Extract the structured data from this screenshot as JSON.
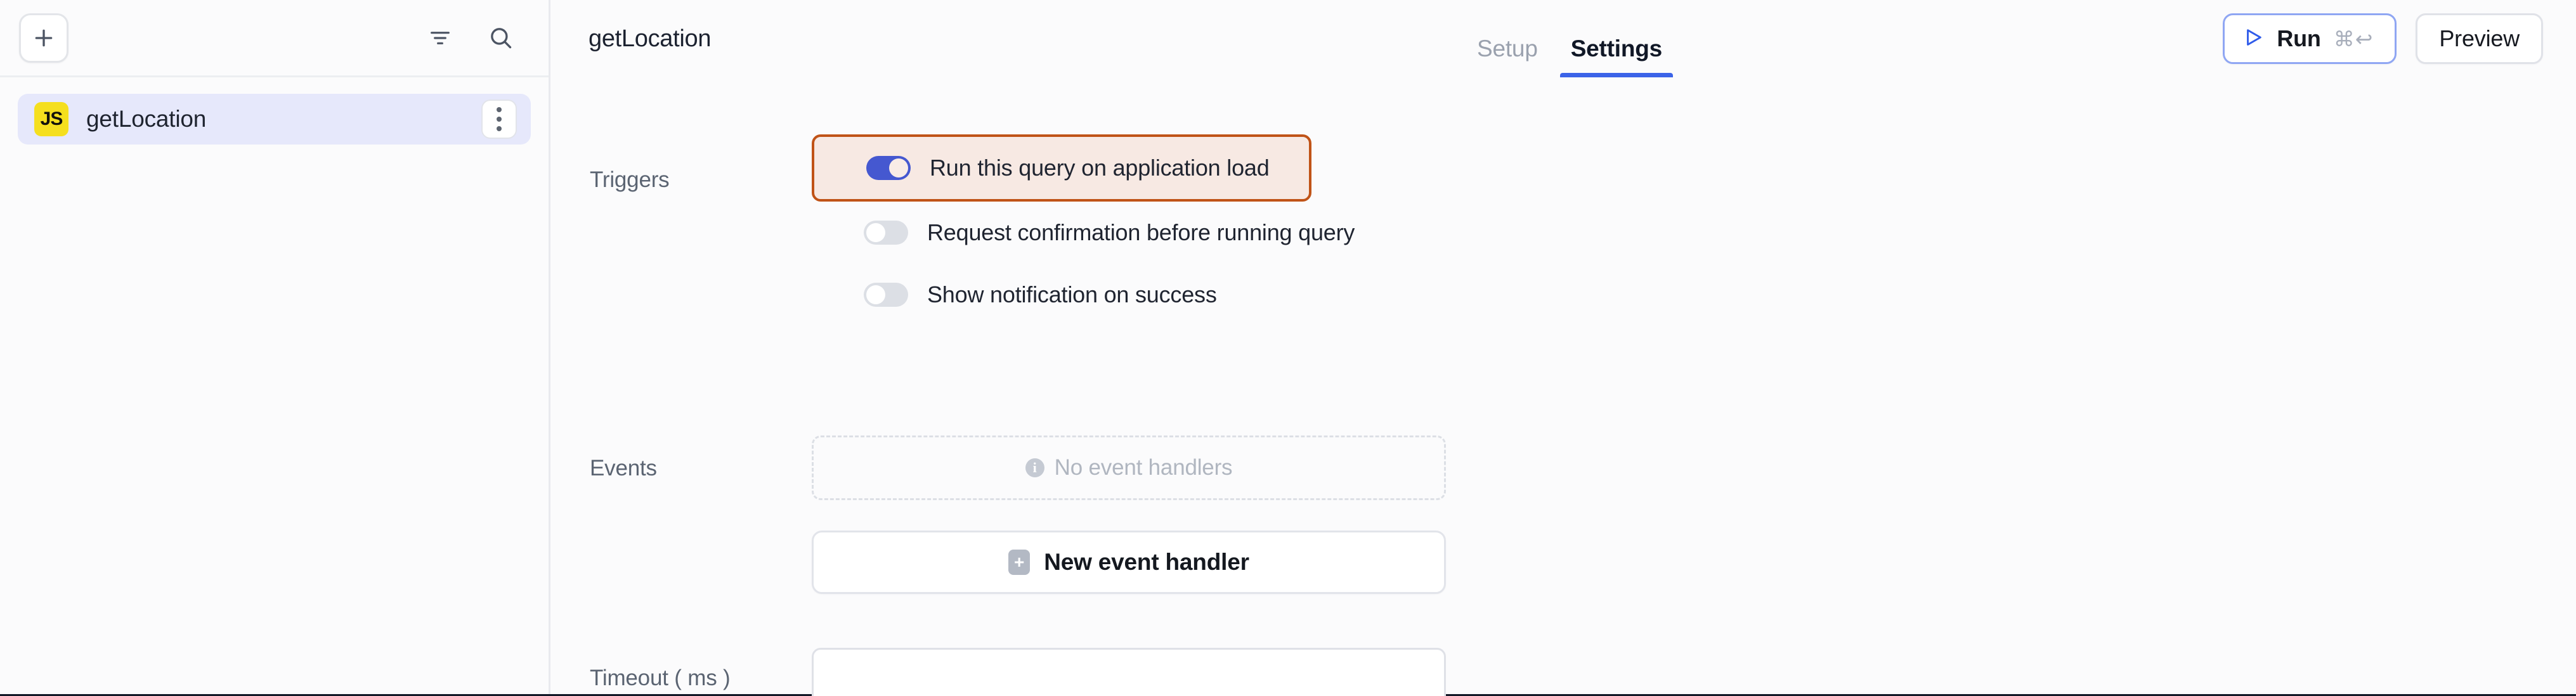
{
  "sidebar": {
    "add_button_icon": "plus-icon",
    "filter_icon": "filter-icon",
    "search_icon": "search-icon",
    "items": [
      {
        "badge": "JS",
        "label": "getLocation",
        "menu_icon": "kebab-menu-icon",
        "selected": true
      }
    ]
  },
  "header": {
    "title": "getLocation",
    "tabs": [
      {
        "label": "Setup",
        "active": false
      },
      {
        "label": "Settings",
        "active": true
      }
    ],
    "run": {
      "label": "Run",
      "shortcut": "⌘↩",
      "icon": "play-icon"
    },
    "preview": {
      "label": "Preview"
    }
  },
  "settings": {
    "triggers": {
      "label": "Triggers",
      "options": [
        {
          "label": "Run this query on application load",
          "enabled": true,
          "highlighted": true
        },
        {
          "label": "Request confirmation before running query",
          "enabled": false,
          "highlighted": false
        },
        {
          "label": "Show notification on success",
          "enabled": false,
          "highlighted": false
        }
      ]
    },
    "events": {
      "label": "Events",
      "empty_state": "No event handlers",
      "empty_icon": "info-icon",
      "new_handler": {
        "label": "New event handler",
        "icon": "plus-icon"
      }
    },
    "timeout": {
      "label": "Timeout ( ms )",
      "value": "",
      "placeholder": ""
    }
  },
  "colors": {
    "accent_blue": "#3b63e8",
    "toggle_on": "#4558d0",
    "highlight_border": "#c05317",
    "highlight_bg": "#f7e9e3",
    "js_badge": "#f5df1e",
    "selected_row": "#e6e8fb"
  }
}
